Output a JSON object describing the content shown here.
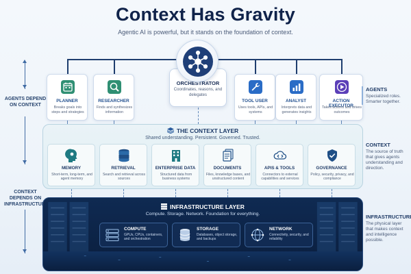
{
  "header": {
    "title": "Context Has Gravity",
    "subtitle": "Agentic AI is powerful, but it stands on the foundation of context."
  },
  "left_labels": {
    "agents_depend": "AGENTS DEPEND ON CONTEXT",
    "context_depends": "CONTEXT DEPENDS ON INFRASTRUCTURE"
  },
  "orchestrator": {
    "title": "ORCHESTRATOR",
    "description": "Coordinates, reasons, and delegates",
    "icon": "network-hub-icon"
  },
  "agents": [
    {
      "name": "PLANNER",
      "description": "Breaks goals into steps and strategies",
      "icon": "calendar-icon",
      "color": "#2f8f73"
    },
    {
      "name": "RESEARCHER",
      "description": "Finds and synthesizes information",
      "icon": "magnifier-icon",
      "color": "#2f8f73"
    },
    {
      "name": "TOOL USER",
      "description": "Uses tools, APIs, and systems",
      "icon": "wrench-icon",
      "color": "#2a6cc6"
    },
    {
      "name": "ANALYST",
      "description": "Interprets data and generates insights",
      "icon": "bar-chart-icon",
      "color": "#2a6cc6"
    },
    {
      "name": "ACTION EXECUTOR",
      "description": "Takes actions and drives outcomes",
      "icon": "play-icon",
      "color": "#5b3fb8"
    }
  ],
  "right_labels": {
    "agents": {
      "title": "AGENTS",
      "text": "Specialized roles. Smarter together."
    },
    "context": {
      "title": "CONTEXT",
      "text": "The source of truth that gives agents understanding and direction."
    },
    "infrastructure": {
      "title": "INFRASTRUCTURE",
      "text": "The physical layer that makes context and intelligence possible."
    }
  },
  "context_layer": {
    "title": "THE CONTEXT LAYER",
    "subtitle": "Shared understanding. Persistent. Governed. Trusted.",
    "items": [
      {
        "name": "MEMORY",
        "description": "Short-term, long-term, and agent memory",
        "icon": "head-icon"
      },
      {
        "name": "RETRIEVAL",
        "description": "Search and retrieval across sources",
        "icon": "database-icon"
      },
      {
        "name": "ENTERPRISE DATA",
        "description": "Structured data from business systems",
        "icon": "building-icon"
      },
      {
        "name": "DOCUMENTS",
        "description": "Files, knowledge bases, and unstructured content",
        "icon": "documents-icon"
      },
      {
        "name": "APIS & TOOLS",
        "description": "Connectors to external capabilities and services",
        "icon": "cloud-code-icon"
      },
      {
        "name": "GOVERNANCE",
        "description": "Policy, security, privacy, and compliance",
        "icon": "shield-check-icon"
      }
    ]
  },
  "infrastructure_layer": {
    "title": "INFRASTRUCTURE LAYER",
    "subtitle": "Compute. Storage. Network. Foundation for everything.",
    "items": [
      {
        "name": "COMPUTE",
        "description": "GPUs, CPUs, containers, and orchestration",
        "icon": "server-icon"
      },
      {
        "name": "STORAGE",
        "description": "Databases, object storage, and backups",
        "icon": "storage-icon"
      },
      {
        "name": "NETWORK",
        "description": "Connectivity, security, and reliability",
        "icon": "globe-network-icon"
      }
    ]
  }
}
